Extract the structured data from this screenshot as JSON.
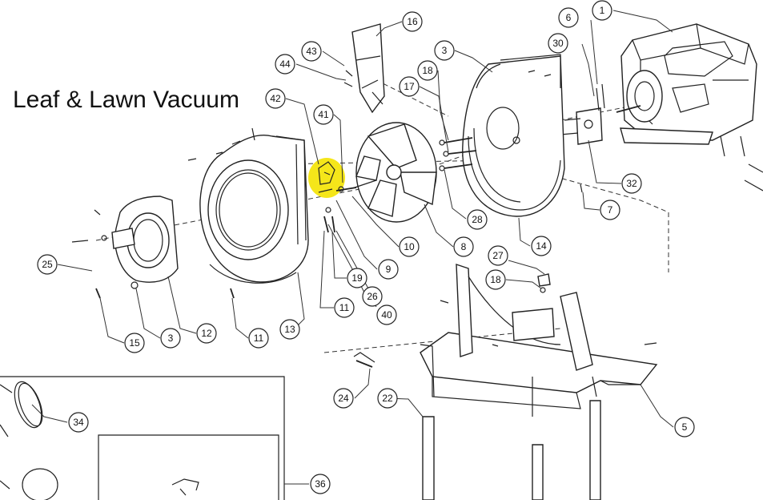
{
  "title": "Leaf & Lawn Vacuum",
  "colors": {
    "highlight": "#f5e61a",
    "line": "#222222",
    "background": "#ffffff"
  },
  "callouts": [
    {
      "id": "c1",
      "label": "1"
    },
    {
      "id": "c6",
      "label": "6"
    },
    {
      "id": "c16",
      "label": "16"
    },
    {
      "id": "c3a",
      "label": "3"
    },
    {
      "id": "c30",
      "label": "30"
    },
    {
      "id": "c43",
      "label": "43"
    },
    {
      "id": "c18a",
      "label": "18"
    },
    {
      "id": "c44",
      "label": "44"
    },
    {
      "id": "c17",
      "label": "17"
    },
    {
      "id": "c42",
      "label": "42"
    },
    {
      "id": "c41",
      "label": "41"
    },
    {
      "id": "c32",
      "label": "32"
    },
    {
      "id": "c7",
      "label": "7"
    },
    {
      "id": "c28",
      "label": "28"
    },
    {
      "id": "c14",
      "label": "14"
    },
    {
      "id": "c10",
      "label": "10"
    },
    {
      "id": "c8",
      "label": "8"
    },
    {
      "id": "c9",
      "label": "9"
    },
    {
      "id": "c27",
      "label": "27"
    },
    {
      "id": "c25",
      "label": "25"
    },
    {
      "id": "c18b",
      "label": "18"
    },
    {
      "id": "c19",
      "label": "19"
    },
    {
      "id": "c26",
      "label": "26"
    },
    {
      "id": "c40",
      "label": "40"
    },
    {
      "id": "c11a",
      "label": "11"
    },
    {
      "id": "c15",
      "label": "15"
    },
    {
      "id": "c3b",
      "label": "3"
    },
    {
      "id": "c12",
      "label": "12"
    },
    {
      "id": "c11b",
      "label": "11"
    },
    {
      "id": "c13",
      "label": "13"
    },
    {
      "id": "c24",
      "label": "24"
    },
    {
      "id": "c22",
      "label": "22"
    },
    {
      "id": "c5",
      "label": "5"
    },
    {
      "id": "c34",
      "label": "34"
    },
    {
      "id": "c36",
      "label": "36"
    }
  ]
}
